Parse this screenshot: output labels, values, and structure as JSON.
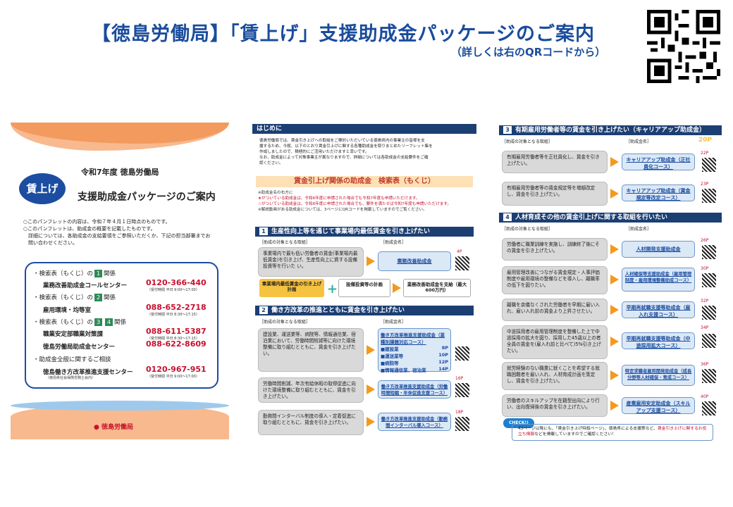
{
  "header": {
    "title": "【徳島労働局】「賃上げ」支援助成金パッケージのご案内",
    "subtitle": "（詳しくは右のQRコードから）"
  },
  "page1": {
    "year_label": "令和7年度 徳島労働局",
    "bubble_text": "賃上げ",
    "pamphlet_title": "支援助成金パッケージのご案内",
    "notes": [
      "○このパンフレットの内容は、令和７年４月１日時点のものです。",
      "○このパンフレットは、助成金の概要を記載したものです。",
      "　詳細については、各助成金の支給要領をご参照いただくか、下記の担当部署までお",
      "　問い合わせください。"
    ],
    "contacts": {
      "row1_prefix": "・検索表（もくじ）の",
      "row1_num": "1",
      "row1_suffix": "関係",
      "c1_name": "業務改善助成金コールセンター",
      "c1_tel": "0120-366-440",
      "c1_hrs": "（受付時間 平日 9:00～17:00）",
      "row2_prefix": "・検索表（もくじ）の",
      "row2_num": "2",
      "row2_suffix": "関係",
      "c2_name": "雇用環境・均等室",
      "c2_tel": "088-652-2718",
      "c2_hrs": "（受付時間 平日 8:30～17:15）",
      "row3_prefix": "・検索表（もくじ）の",
      "row3_num_a": "3",
      "row3_num_b": "4",
      "row3_suffix": "関係",
      "c3_name": "職業安定部職業対策課",
      "c3_tel": "088-611-5387",
      "c3_hrs": "（受付時間 平日 8:30～17:15）",
      "c4_name": "徳島労働局助成金センター",
      "c4_tel": "088-622-8609",
      "row4": "・助成金全般に関するご相談",
      "c5_name": "徳島働き方改革推進支援センター",
      "c5_sub": "（徳島県社会保険労務士会内）",
      "c5_tel": "0120-967-951",
      "c5_hrs": "（受付時間 平日 9:00～17:00）"
    },
    "logo": "徳島労働局"
  },
  "page2": {
    "intro_head": "はじめに",
    "intro_text1": "徳島労働局では、賃金引き上げへの取組をご検討いただいている徳島県内の事業主の皆様を支",
    "intro_text2": "援するため、今般、以下のとおり賃金引上げに関する各種助成金を取りまとめたリーフレット集を",
    "intro_text3": "作成しましたので、積極的にご活用いただけますと幸いです。",
    "intro_text4": "なお、助成金によって対象事業主が異なりますので、詳細については各助成金の支給要件をご確",
    "intro_text5": "認ください。",
    "search_title": "賃金引上げ関係の助成金　検索表（もくじ）",
    "legend1": "※助成金名の右方に",
    "legend2": "★がついている助成金は、令和6年度に申請された場合でも令和7年度も申請いただけます。",
    "legend3": "☆がついている助成金は、令和6年度に申請された場合でも、要件を満たせば令和7年度も申請いただけます。",
    "legend4": "※解説動画がある助成金については、3ページにQRコードを掲載していますのでご覧ください。",
    "s1_num": "1",
    "s1_title": "生産性向上等を通じて事業場内最低賃金を引き上げたい",
    "col_target": "［助成の対象となる取組］",
    "col_name": "［助成金名］",
    "s1_item": "事業場内で最も低い労働者の賃金(事業場内最低賃金)を引き上げ、生産性向上に資する設備投資等を行いた い。",
    "s1_grant": "業務改善助成金",
    "s1_page": "4P",
    "s1_box1": "事業場内最低賃金の引き上げ計画",
    "s1_box2": "設備投資等の計画",
    "s1_box3": "業務改善助成金を支給（最大600万円）",
    "s2_num": "2",
    "s2_title": "働き方改革の推進とともに賃金を引き上げたい",
    "s2_item1": "建設業、運送業等、病院等、情報通信業、宿泊業において、労働時間削減等に向けた環境整備に取り組むとともに、賃金を引き上げたい。",
    "s2_grant1": "働き方改革推進支援助成金（業種別課題対応コース）",
    "s2_sub1": "■建設業",
    "s2_sub1p": "8P",
    "s2_sub2": "■運送業等",
    "s2_sub2p": "10P",
    "s2_sub3": "■病院等",
    "s2_sub3p": "12P",
    "s2_sub4": "■情報通信業、宿泊業",
    "s2_sub4p": "14P",
    "s2_item2": "労働時間削減、年次有給休暇の取得促進に向けた環境整備に取り組むとともに、賃金を引き上げたい。",
    "s2_grant2": "働き方改革推進支援助成金（労働時間短縮・年休促進支援コース）",
    "s2_page2": "16P",
    "s2_item3": "勤務間インターバル制度の導入・定着促進に取り組むとともに、賃金を引き上げたい。",
    "s2_grant3": "働き方改革推進支援助成金（勤務間インターバル導入コース）",
    "s2_page3": "18P"
  },
  "page3": {
    "s3_num": "3",
    "s3_title": "有期雇用労働者等の賃金を引き上げたい（キャリアアップ助成金）",
    "s3_page": "20P",
    "s3_item1": "有期雇用労働者等を正社員化し、賃金を引き上げたい。",
    "s3_grant1": "キャリアアップ助成金（正社員化コース）",
    "s3_page1": "22P",
    "s3_item2": "有期雇用労働者等の賃金規定等を増額改定し、賃金を引き上げたい。",
    "s3_grant2": "キャリアアップ助成金（賃金規定等改定コース）",
    "s3_page2": "23P",
    "s4_num": "4",
    "s4_title": "人材育成その他の賃金引上げに関する取組を行いたい",
    "s4_item1": "労働者に職業訓練を実施し、訓練終了後にその賃金を引き上げたい。",
    "s4_grant1": "人材開発支援助成金",
    "s4_page1": "26P",
    "s4_item2": "雇用管理改善につながる賃金規定・人事評価制度や雇用環境の整備などを導入し、離職率の低下を図りたい。",
    "s4_grant2": "人材確保等支援助成金（雇用管理制度・雇用環境整備助成コース）",
    "s4_page2": "30P",
    "s4_item3": "離職を余儀なくされた労働者を早期に雇い入れ、雇い入れ前の賃金より上昇させたい。",
    "s4_grant3": "早期再就職支援等助成金（雇入れ支援コース）",
    "s4_page3": "32P",
    "s4_item4": "中途採用者の雇用管理制度を整備した上で中途採用の拡大を図り、採用した45歳以上の者全員の賃金を(雇入れ前と比べて)5%引き上げたい。",
    "s4_grant4": "早期再就職支援等助成金（中途採用拡大コース）",
    "s4_page4": "34P",
    "s4_item5": "就労経験のない職業に就くことを希望する就職困難者を雇い入れ、人材育成計画を策定し、賃金を引き上げたい。",
    "s4_grant5": "特定求職者雇用開発助成金（成長分野等人材確保・育成コース）",
    "s4_page5": "36P",
    "s4_item6": "労働者のスキルアップを在籍型出向により行い、出向復帰後の賃金を引き上げたい。",
    "s4_grant6": "産業雇用安定助成金（スキルアップ支援コース）",
    "s4_page6": "40P",
    "check": "CHECK!!",
    "check_text1": "43ページ以降にも、「賃金引き上げ特設ページ」、徳島県による支援策など、",
    "check_text1_red": "賃金引き上げに関するお役立ち情報",
    "check_text2": "などを掲載していますのでご確認ください！"
  },
  "colors": {
    "title_blue": "#1a4c9c",
    "accent_orange": "#f39a5e",
    "section_navy": "#1c3f73",
    "tel_red": "#c8102e"
  }
}
